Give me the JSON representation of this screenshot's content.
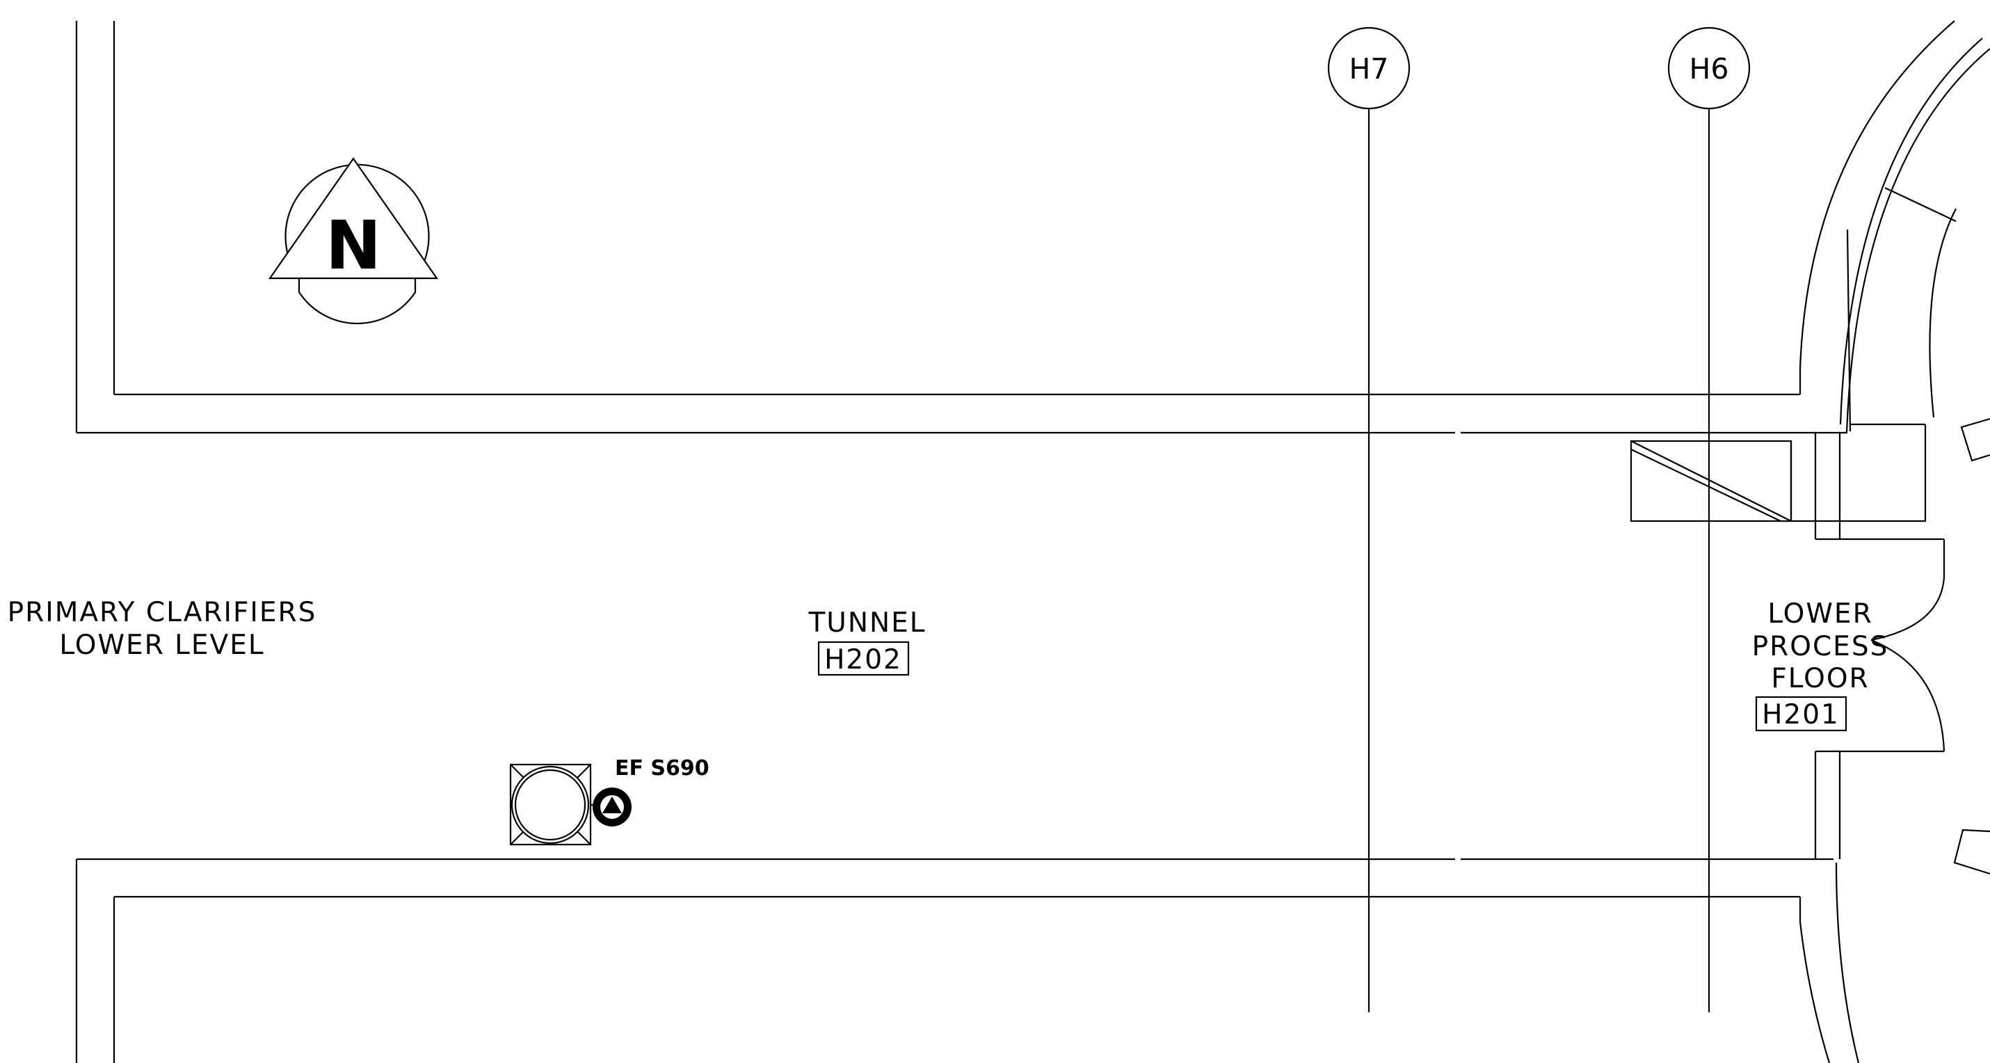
{
  "labels": {
    "primary_clarifiers_line1": "PRIMARY CLARIFIERS",
    "primary_clarifiers_line2": "LOWER LEVEL",
    "tunnel": "TUNNEL",
    "tunnel_room_number": "H202",
    "lower_process_line1": "LOWER",
    "lower_process_line2": "PROCESS",
    "lower_process_line3": "FLOOR",
    "lower_process_room_number": "H201",
    "equipment_tag": "EF S690",
    "north_arrow": "N"
  },
  "grid_bubbles": [
    "H7",
    "H6"
  ]
}
